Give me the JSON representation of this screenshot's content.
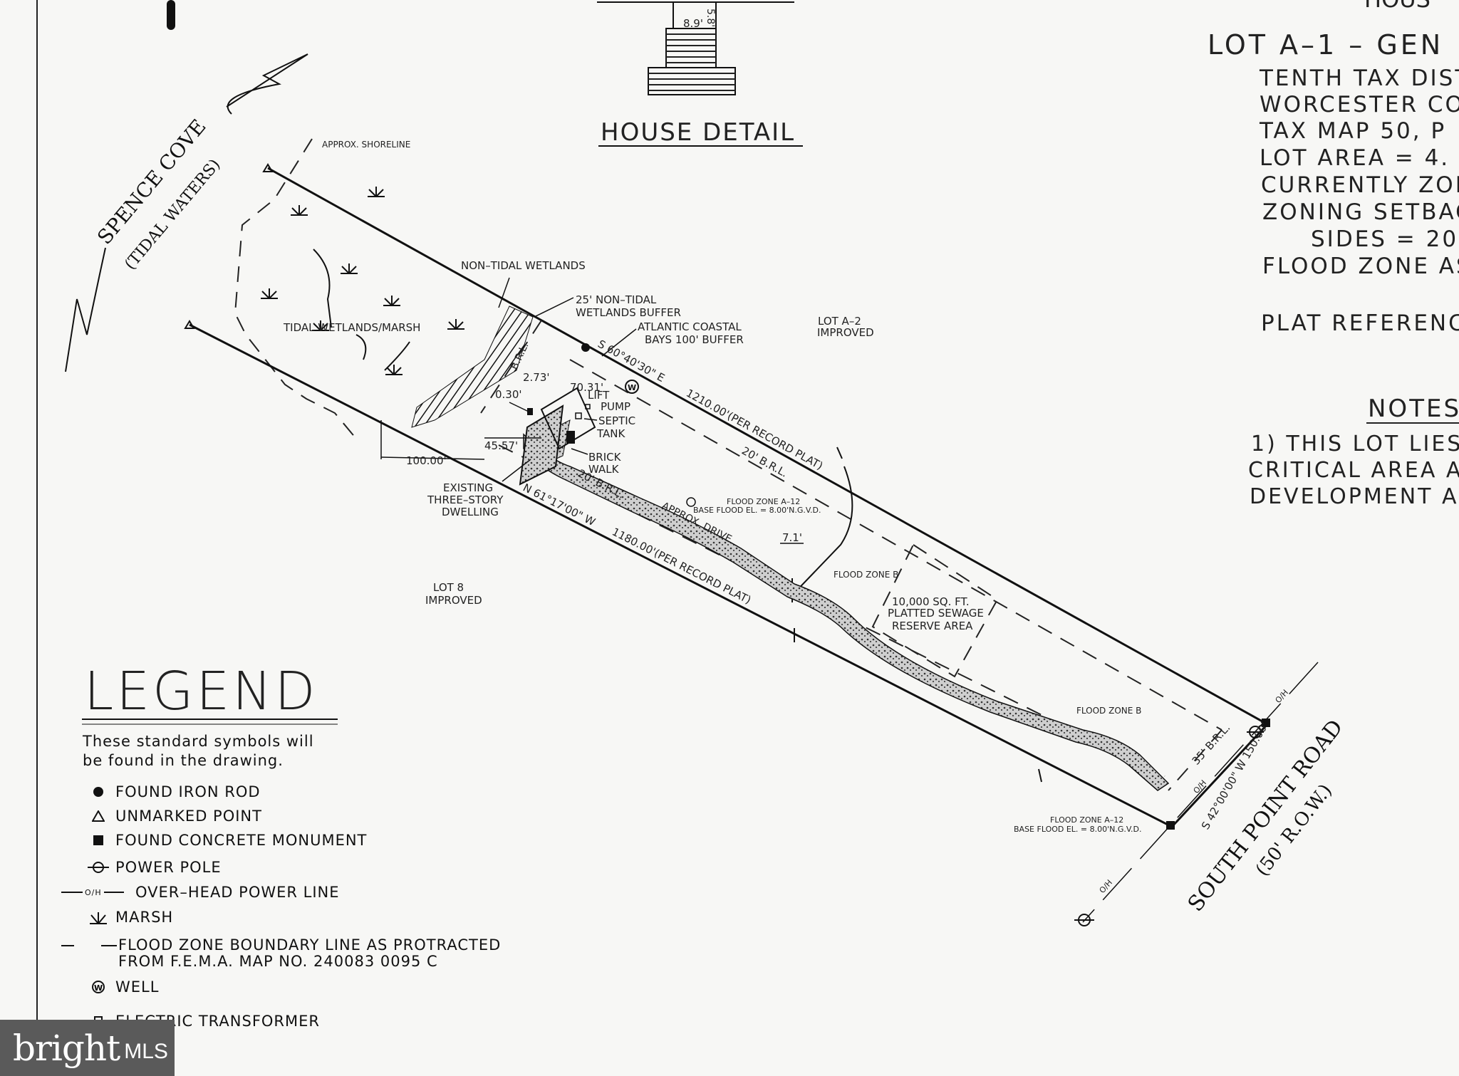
{
  "header": {
    "house_partial": "HOUS",
    "lot_title": "LOT A–1  –  GEN",
    "info_lines": [
      "TENTH TAX DIST",
      "WORCESTER COU",
      "TAX MAP 50, P",
      "LOT AREA = 4.",
      "CURRENTLY ZON",
      "ZONING SETBAC",
      "SIDES = 20",
      "FLOOD ZONE AS",
      "PLAT REFERENC"
    ],
    "notes_title": "NOTES",
    "notes_lines": [
      "1) THIS LOT LIES",
      "CRITICAL AREA A",
      "DEVELOPMENT AF"
    ]
  },
  "house_detail": {
    "title": "HOUSE DETAIL",
    "dim_a": "8.9'",
    "dim_b": "5.8'"
  },
  "plan_labels": {
    "water_name": "SPENCE COVE",
    "water_sub": "(TIDAL WATERS)",
    "shoreline": "APPROX. SHORELINE",
    "non_tidal_wetlands": "NON–TIDAL WETLANDS",
    "tidal_wetlands": "TIDAL WETLANDS/MARSH",
    "buffer_25": [
      "25' NON–TIDAL",
      "WETLANDS BUFFER"
    ],
    "buffer_100": [
      "ATLANTIC COASTAL",
      "BAYS 100' BUFFER"
    ],
    "lot_a2": [
      "LOT A–2",
      "IMPROVED"
    ],
    "lot_8": [
      "LOT 8",
      "IMPROVED"
    ],
    "brl": "B.R.L.",
    "dim_273": "2.73'",
    "dim_7031": "70.31'",
    "dim_030": "0.30'",
    "dim_4557": "45.57'",
    "dim_100": "100.00'",
    "lift_pump": [
      "LIFT",
      "PUMP"
    ],
    "septic_tank": [
      "SEPTIC",
      "TANK"
    ],
    "brick_walk": [
      "BRICK",
      "WALK"
    ],
    "dwelling": [
      "EXISTING",
      "THREE–STORY",
      "DWELLING"
    ],
    "bearing_north": "S 60°40'30\" E",
    "distance_north": "1210.00'(PER RECORD PLAT)",
    "brl_20_north": "20' B.R.L.",
    "bearing_south": "N 61°17'00\" W",
    "distance_south": "1180.00'(PER RECORD PLAT)",
    "brl_20_south": "20' B.R.L.",
    "approx_drive": "APPROX. DRIVE",
    "flood_a12_top": [
      "FLOOD ZONE A–12",
      "BASE FLOOD EL. = 8.00'N.G.V.D."
    ],
    "dim_71": "7.1'",
    "flood_b_1": "FLOOD ZONE B",
    "sewage_reserve": [
      "10,000 SQ. FT.",
      "PLATTED SEWAGE",
      "RESERVE AREA"
    ],
    "flood_b_2": "FLOOD ZONE B",
    "brl_35": "35' B.R.L.",
    "flood_a12_bottom": [
      "FLOOD ZONE A–12",
      "BASE FLOOD EL. = 8.00'N.G.V.D."
    ],
    "bearing_road": "S 42°00'00\" W  150.00'",
    "road_name": "SOUTH POINT ROAD",
    "road_row": "(50' R.O.W.)",
    "oh": "O/H"
  },
  "legend": {
    "title": "LEGEND",
    "intro": [
      "These standard symbols will",
      "be found in the drawing."
    ],
    "items": [
      {
        "symbol": "filled-circle",
        "label": "FOUND IRON ROD"
      },
      {
        "symbol": "triangle",
        "label": "UNMARKED POINT"
      },
      {
        "symbol": "filled-square",
        "label": "FOUND CONCRETE MONUMENT"
      },
      {
        "symbol": "power-pole",
        "label": "POWER POLE"
      },
      {
        "symbol": "overhead-line",
        "label": "OVER–HEAD POWER LINE",
        "code": "O/H"
      },
      {
        "symbol": "marsh",
        "label": "MARSH"
      },
      {
        "symbol": "dashed-line",
        "label": "FLOOD ZONE BOUNDARY LINE AS PROTRACTED",
        "label2": "FROM F.E.M.A. MAP NO. 240083 0095 C"
      },
      {
        "symbol": "well",
        "label": "WELL"
      },
      {
        "symbol": "transformer",
        "label": "ELECTRIC TRANSFORMER"
      }
    ]
  },
  "watermark": {
    "brand": "bright",
    "suffix": "MLS"
  }
}
